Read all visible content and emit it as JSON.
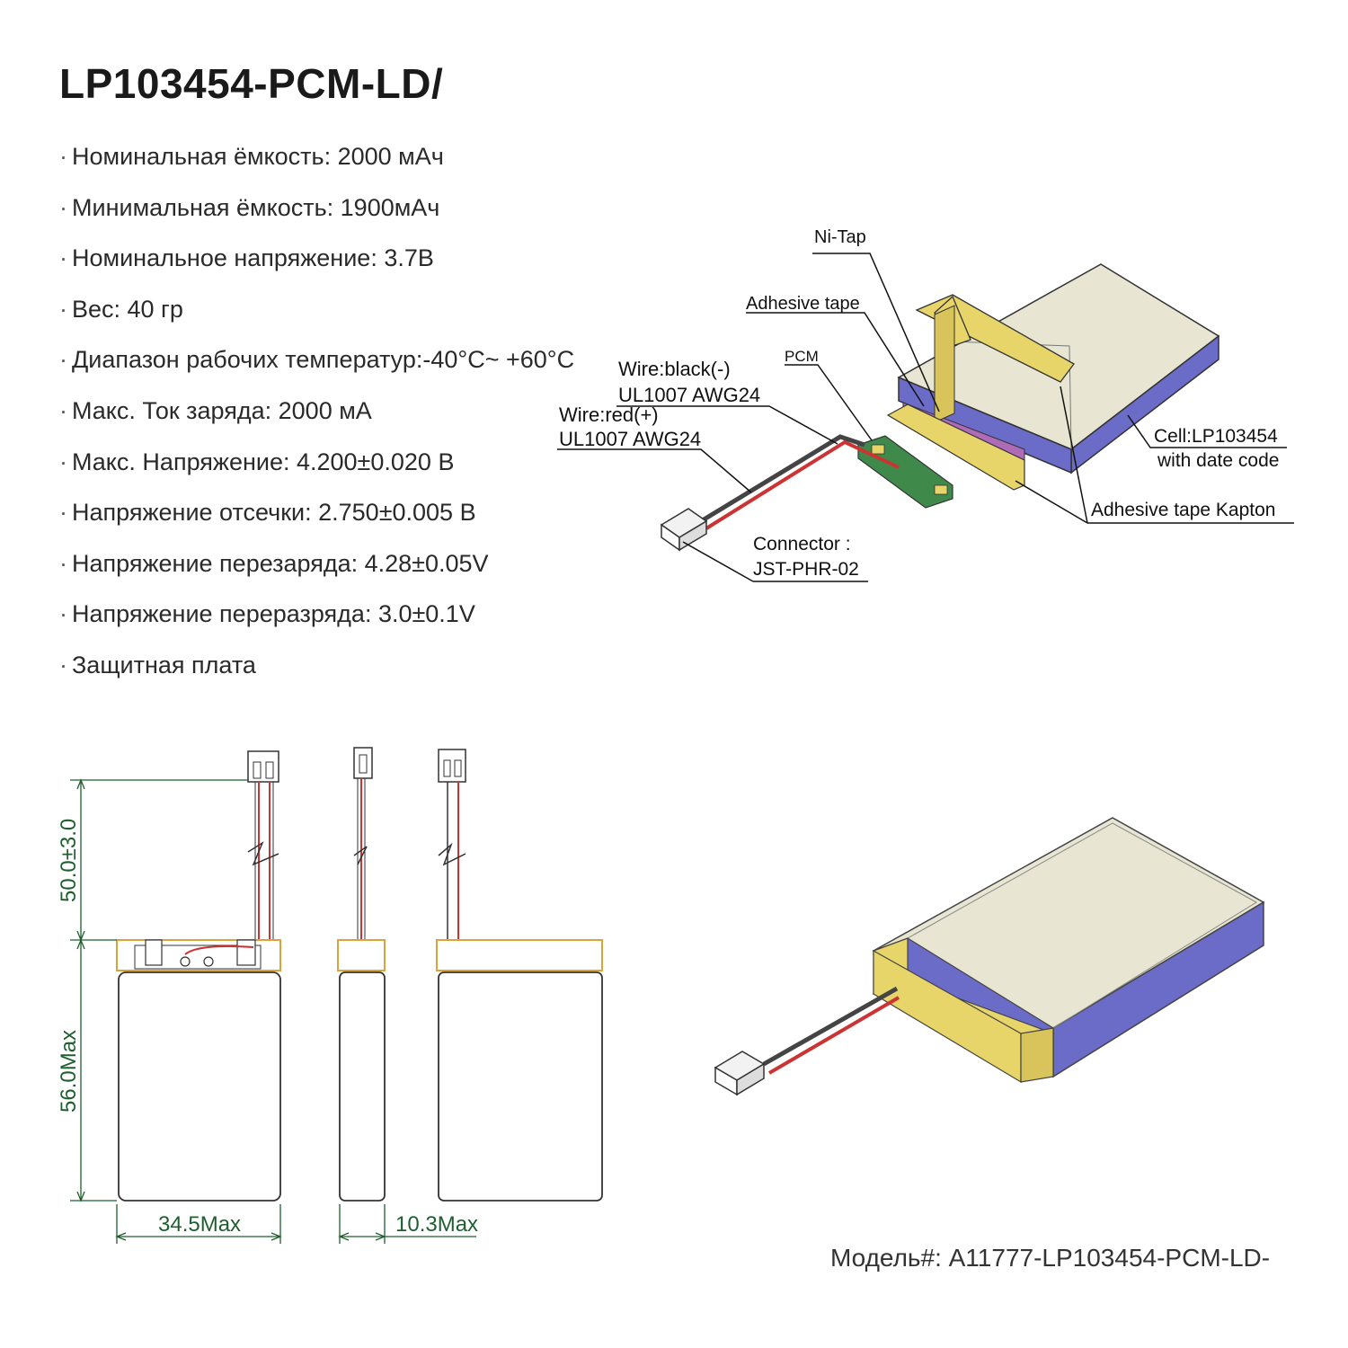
{
  "title": "LP103454-PCM-LD/",
  "specs": [
    "Номинальная ёмкость: 2000 мАч",
    "Минимальная ёмкость: 1900мАч",
    "Номинальное напряжение: 3.7В",
    "Вес: 40 гр",
    "Диапазон рабочих температур:-40°C~ +60°C",
    "Макс. Ток заряда: 2000 мА",
    "Макс. Напряжение: 4.200±0.020 В",
    "Напряжение отсечки: 2.750±0.005 В",
    "Напряжение перезаряда: 4.28±0.05V",
    "Напряжение переразряда: 3.0±0.1V",
    "Защитная плата"
  ],
  "bullet": "·",
  "diagram_labels": {
    "ni_tap": "Ni-Tap",
    "adhesive_tape": "Adhesive tape",
    "pcm": "PCM",
    "wire_black_1": "Wire:black(-)",
    "wire_black_2": "UL1007 AWG24",
    "wire_red_1": "Wire:red(+)",
    "wire_red_2": "UL1007 AWG24",
    "cell_1": "Cell:LP103454",
    "cell_2": "with date code",
    "kapton": "Adhesive tape Kapton",
    "connector_1": "Connector :",
    "connector_2": "JST-PHR-02"
  },
  "dimensions": {
    "lead_length": "50.0±3.0",
    "height": "56.0Max",
    "width": "34.5Max",
    "thickness": "10.3Max"
  },
  "model": "Модель#: A11777-LP103454-PCM-LD-",
  "colors": {
    "cell_top": "#e8e6d2",
    "cell_side": "#6b6bc8",
    "tape_yellow": "#e8d56a",
    "pcm_green": "#3f8a4a",
    "kapton_purple": "#9a4aa8",
    "wire_red": "#cc3333",
    "wire_black": "#555555",
    "dim_green": "#1f5f2f",
    "outline_orange": "#d9a53a"
  }
}
